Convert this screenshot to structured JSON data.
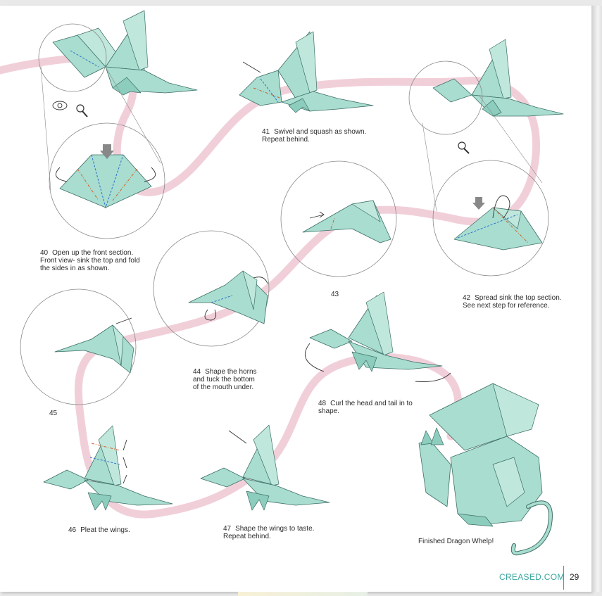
{
  "captions": {
    "step40": {
      "number": "40",
      "text": "Open up the front section.\nFront view- sink the top and fold\nthe sides in as shown."
    },
    "step41": {
      "number": "41",
      "text": "Swivel and squash as shown.\nRepeat behind."
    },
    "step42": {
      "number": "42",
      "text": "Spread sink the top section.\nSee next step for reference."
    },
    "step43": {
      "number": "43"
    },
    "step44": {
      "number": "44",
      "text": "Shape the horns\nand tuck the bottom\nof the mouth under."
    },
    "step45": {
      "number": "45"
    },
    "step46": {
      "number": "46",
      "text": "Pleat the wings."
    },
    "step47": {
      "number": "47",
      "text": "Shape the wings to taste.\nRepeat behind."
    },
    "step48": {
      "number": "48",
      "text": "Curl the head and tail in to\nshape."
    },
    "finished": {
      "text": "Finished Dragon Whelp!"
    }
  },
  "footer": {
    "site": "CREASED.COM",
    "page_number": "29"
  },
  "colors": {
    "paper_fill": "#a8ddd0",
    "paper_stroke": "#3e6f66",
    "path_ribbon": "#f1cfd9",
    "valley_fold": "#2f73c9",
    "mountain_fold": "#d1622e",
    "accent": "#3aa6a0"
  }
}
